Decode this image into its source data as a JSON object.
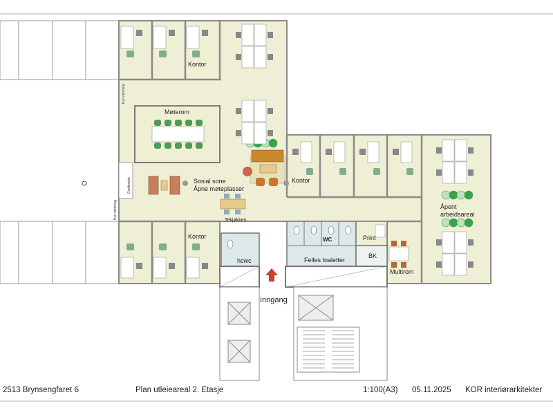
{
  "colors": {
    "floor": "#eeefd5",
    "wet": "#dde8ea",
    "wall": "#8a8a8a",
    "chair_office": "#7fae8e",
    "chair_meeting": "#4f9a55",
    "sofa": "#c97f5a",
    "sofa_lounge": "#c8882e",
    "table": "#e8c98a",
    "chair_kitchen": "#8ea9c9",
    "arrow": "#c8402e",
    "plant": "#3aa24a"
  },
  "rooms": {
    "kontor_1": "Kontor",
    "moterom": "Møterom",
    "sosial_line1": "Sosial sone",
    "sosial_line2": "Åpne møteplasser",
    "kontor_2": "Kontor",
    "kontor_3": "Kontor",
    "apent_line1": "Åpent",
    "apent_line2": "arbeidsareal",
    "tekjokken": "Tekjøkken",
    "hcwc": "hcwc",
    "wc": "WC",
    "felles": "Felles toaletter",
    "print": "Print",
    "bk": "BK",
    "multirom": "Multirom",
    "garderobe": "Garderobe",
    "kun_romning_1": "Kun rømning",
    "kun_romning_2": "Kun rømning",
    "inngang": "Inngang"
  },
  "footer": {
    "project": "2513  Brynsengfaret 6",
    "title": "Plan utleieareal  2. Etasje",
    "scale": "1:100(A3)",
    "date": "05.11.2025",
    "firm": "KOR interiørarkitekter"
  }
}
